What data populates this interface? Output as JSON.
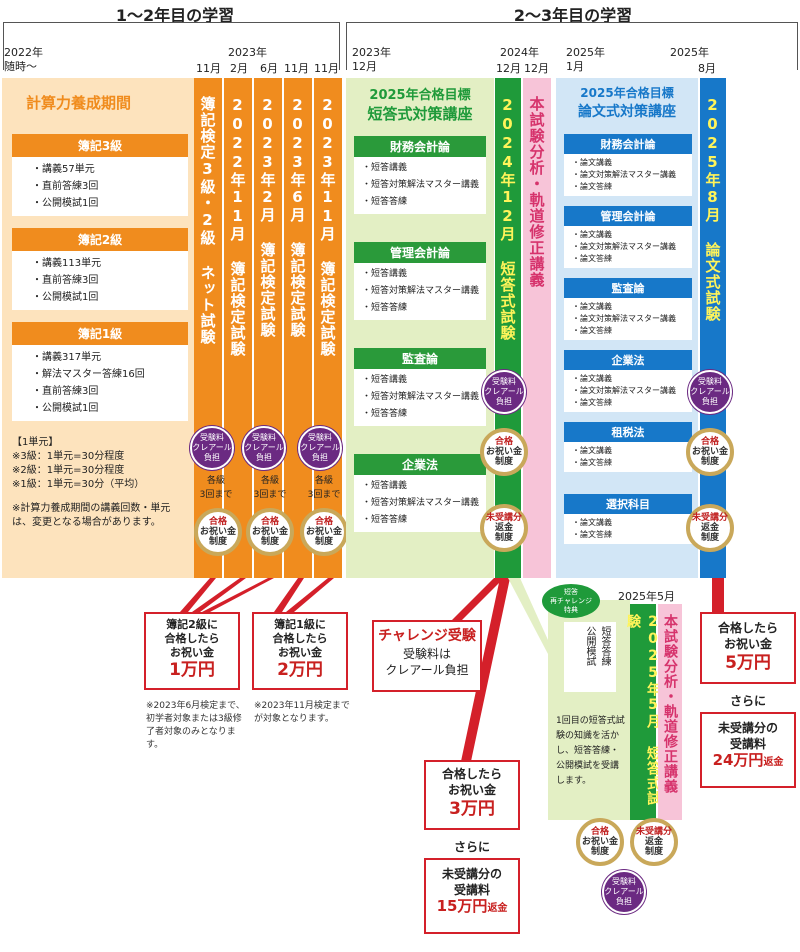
{
  "phase1": {
    "title": "1〜2年目の学習"
  },
  "phase2": {
    "title": "2〜3年目の学習"
  },
  "years": {
    "y2022": "2022年",
    "y2022b": "随時〜",
    "y2023": "2023年",
    "m11a": "11月",
    "m2": "2月",
    "m6": "6月",
    "m11b": "11月",
    "m11c": "11月",
    "p2_2023": "2023年",
    "p2_12": "12月",
    "p2_2024": "2024年",
    "p2_12a": "12月",
    "p2_12b": "12月",
    "p2_2025": "2025年",
    "p2_1": "1月",
    "p2_2025b": "2025年",
    "p2_8": "8月",
    "p2_2025c": "2025年5月"
  },
  "calc": {
    "title": "計算力養成期間",
    "b3": {
      "title": "簿記3級",
      "items": [
        "講義57単元",
        "直前答練3回",
        "公開模試1回"
      ]
    },
    "b2": {
      "title": "簿記2級",
      "items": [
        "講義113単元",
        "直前答練3回",
        "公開模試1回"
      ]
    },
    "b1": {
      "title": "簿記1級",
      "items": [
        "講義317単元",
        "解法マスター答練16回",
        "直前答練3回",
        "公開模試1回"
      ]
    },
    "unit_title": "【1単元】",
    "unit_lines": [
      "※3級：1単元=30分程度",
      "※2級：1単元=30分程度",
      "※1級：1単元=30分（平均）"
    ],
    "remark": "※計算力養成期間の講義回数・単元は、変更となる場合があります。"
  },
  "cols": {
    "net": "簿記検定3級・2級 ネット試験",
    "c1": "2022年11月 簿記検定試験",
    "c2": "2023年2月 簿記検定試験",
    "c3": "2023年6月 簿記検定試験",
    "c4": "2023年11月 簿記検定試験",
    "tanto": "2024年12月 短答式試験",
    "honshi": "本試験分析・軌道修正講義",
    "ronbun": "2025年8月 論文式試験",
    "tanto2": "2025年5月 短答式試験",
    "honshi2": "本試験分析・軌道修正講義"
  },
  "badges": {
    "fee": [
      "受験料",
      "クレアール",
      "負担"
    ],
    "each3": [
      "各級",
      "3回まで"
    ],
    "oiwai": [
      "合格",
      "お祝い金",
      "制度"
    ],
    "henkin": [
      "未受講分",
      "返金",
      "制度"
    ]
  },
  "tantoCourse": {
    "title1": "2025年合格目標",
    "title2": "短答式対策講座",
    "sections": [
      {
        "title": "財務会計論",
        "items": [
          "短答講義",
          "短答対策解法マスター講義",
          "短答答練"
        ]
      },
      {
        "title": "管理会計論",
        "items": [
          "短答講義",
          "短答対策解法マスター講義",
          "短答答練"
        ]
      },
      {
        "title": "監査論",
        "items": [
          "短答講義",
          "短答対策解法マスター講義",
          "短答答練"
        ]
      },
      {
        "title": "企業法",
        "items": [
          "短答講義",
          "短答対策解法マスター講義",
          "短答答練"
        ]
      }
    ]
  },
  "ronCourse": {
    "title1": "2025年合格目標",
    "title2": "論文式対策講座",
    "sections": [
      {
        "title": "財務会計論",
        "items": [
          "論文講義",
          "論文対策解法マスター講義",
          "論文答練"
        ]
      },
      {
        "title": "管理会計論",
        "items": [
          "論文講義",
          "論文対策解法マスター講義",
          "論文答練"
        ]
      },
      {
        "title": "監査論",
        "items": [
          "論文講義",
          "論文対策解法マスター講義",
          "論文答練"
        ]
      },
      {
        "title": "企業法",
        "items": [
          "論文講義",
          "論文対策解法マスター講義",
          "論文答練"
        ]
      },
      {
        "title": "租税法",
        "items": [
          "論文講義",
          "論文答練"
        ]
      },
      {
        "title": "選択科目",
        "items": [
          "論文講義",
          "論文答練"
        ]
      }
    ]
  },
  "rechallenge": {
    "tag": [
      "短答",
      "再チャレンジ",
      "特典"
    ],
    "items": [
      "短答答練",
      "公開模試"
    ],
    "desc": "1回目の短答式試験の知識を活かし、短答答練・公開模試を受講します。"
  },
  "callouts": {
    "c1": {
      "l1": "簿記2級に",
      "l2": "合格したら",
      "l3": "お祝い金",
      "big": "1万円"
    },
    "c1note": "※2023年6月検定まで、初学者対象または3級修了者対象のみとなります。",
    "c2": {
      "l1": "簿記1級に",
      "l2": "合格したら",
      "l3": "お祝い金",
      "big": "2万円"
    },
    "c2note": "※2023年11月検定までが対象となります。",
    "challenge": {
      "title": "チャレンジ受験",
      "l1": "受験料は",
      "l2": "クレアール負担"
    },
    "c3": {
      "l1": "合格したら",
      "l2": "お祝い金",
      "big": "3万円",
      "sarani": "さらに",
      "m1": "未受講分の",
      "m2": "受講料",
      "big2": "15万円",
      "ret": "返金"
    },
    "c4": {
      "l1": "合格したら",
      "l2": "お祝い金",
      "big": "5万円",
      "sarani": "さらに",
      "m1": "未受講分の",
      "m2": "受講料",
      "big2": "24万円",
      "ret": "返金"
    }
  }
}
